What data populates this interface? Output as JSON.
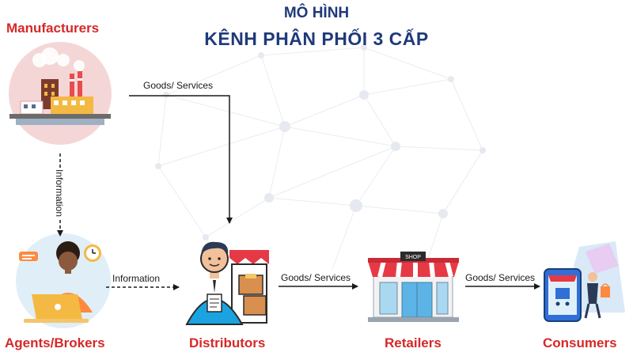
{
  "title": {
    "line1": "MÔ HÌNH",
    "line2": "KÊNH PHÂN PHỐI 3 CẤP"
  },
  "nodes": {
    "manufacturers": "Manufacturers",
    "agents": "Agents/Brokers",
    "distributors": "Distributors",
    "retailers": "Retailers",
    "consumers": "Consumers"
  },
  "edges": {
    "manufacturers_to_distributors": "Goods/ Services",
    "manufacturers_to_agents": "Information",
    "agents_to_distributors": "Information",
    "distributors_to_retailers": "Goods/ Services",
    "retailers_to_consumers": "Goods/ Services"
  },
  "shop_sign": "SHOP",
  "colors": {
    "title": "#1f3a7a",
    "node_label": "#d62828",
    "arrow": "#1a1a1a"
  }
}
